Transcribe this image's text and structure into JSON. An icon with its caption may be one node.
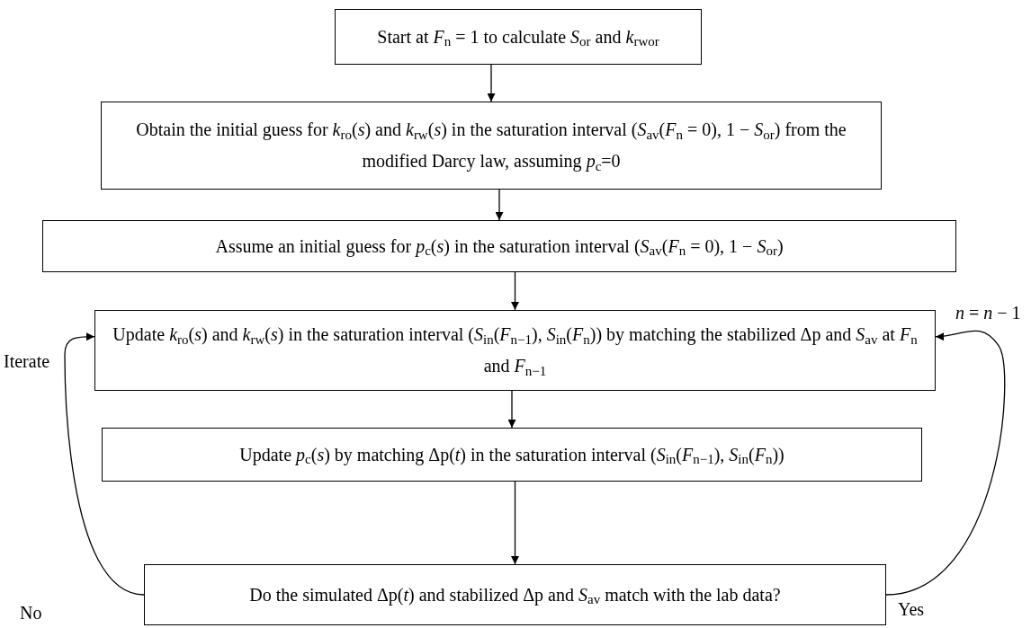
{
  "diagram": {
    "nodes": [
      {
        "text": [
          "Start at *F*$_{n}$ = 1 to calculate *S*$_{or}$ and *k*$_{rwor}$"
        ]
      },
      {
        "text": [
          "Obtain the initial guess for *k*$_{ro}$(*s*) and *k*$_{rw}$(*s*) in the saturation interval (*S*$_{av}$(*F*$_{n}$ = 0), 1 − *S*$_{or}$) from the modified Darcy law, assuming *p*$_{c}$=0"
        ]
      },
      {
        "text": [
          "Assume an initial guess for *p*$_{c}$(*s*) in the saturation interval (*S*$_{av}$(*F*$_{n}$ = 0), 1 − *S*$_{or}$)"
        ]
      },
      {
        "text": [
          "Update *k*$_{ro}$(*s*) and *k*$_{rw}$(*s*) in the saturation interval (*S*$_{in}$(*F*$_{n−1}$), *S*$_{in}$(*F*$_{n}$)) by matching the stabilized Δp and *S*$_{av}$ at *F*$_{n}$ and *F*$_{n−1}$"
        ]
      },
      {
        "text": [
          "Update *p*$_{c}$(*s*) by matching Δp(*t*) in the saturation interval (*S*$_{in}$(*F*$_{n−1}$), *S*$_{in}$(*F*$_{n}$))"
        ]
      },
      {
        "text": [
          "Do the simulated Δp(*t*) and stabilized Δp and *S*$_{av}$ match with the lab data?"
        ]
      }
    ],
    "edges": [
      {
        "from": 0,
        "to": 1,
        "arrow": "to"
      },
      {
        "from": 1,
        "to": 2,
        "arrow": "to"
      },
      {
        "from": 2,
        "to": 3,
        "arrow": "to"
      },
      {
        "from": 3,
        "to": 4,
        "arrow": "to"
      },
      {
        "from": 4,
        "to": 5,
        "arrow": "to"
      },
      {
        "from": 5,
        "to": 3,
        "arrow": "to",
        "label": "No"
      },
      {
        "from": 5,
        "to": 3,
        "arrow": "to",
        "label": "Yes"
      }
    ],
    "labels": [
      "Iterate",
      "*n* = *n* − 1"
    ]
  }
}
